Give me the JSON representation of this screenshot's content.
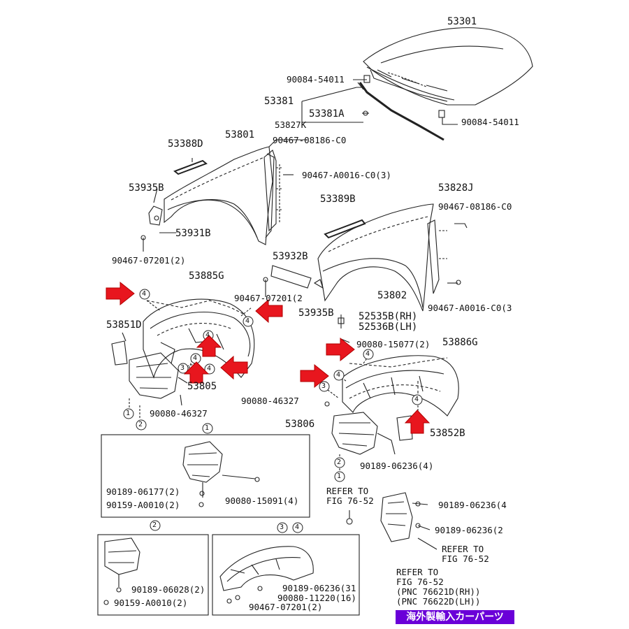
{
  "colors": {
    "arrow": "#e8161e",
    "ink": "#111111",
    "badge_bg": "#6a00d8"
  },
  "labels": {
    "hood": "53301",
    "hood_cushion_top": "90084-54011",
    "hood_cushion_right": "90084-54011",
    "hood_seal": "53381",
    "hood_seal_clip": "53381A",
    "fender_seal_rh": "53827K",
    "clip_08186_left": "90467-08186-C0",
    "clip_a0016_left": "90467-A0016-C0(3)",
    "protector_left": "53388D",
    "fender_left": "53801",
    "bracket_left": "53935B",
    "liner_seal_left": "53931B",
    "clip_07201_left": "90467-07201(2)",
    "protector_right": "53389B",
    "fender_seal_lh": "53828J",
    "clip_08186_right": "90467-08186-C0",
    "seal_mid": "53932B",
    "clip_07201_mid": "90467-07201(2",
    "fender_right": "53802",
    "clip_a0016_right": "90467-A0016-C0(3",
    "liner_left": "53885G",
    "bracket_right": "53935B",
    "shield_rh": "52535B(RH)",
    "shield_lh": "52536B(LH)",
    "mudguard_left": "53851D",
    "screw_15077": "90080-15077(2)",
    "liner_right": "53886G",
    "splash_left": "53805",
    "screw_46327_left": "90080-46327",
    "screw_46327_right": "90080-46327",
    "splash_right": "53806",
    "mudguard_right": "53852B",
    "screw_06236_4": "90189-06236(4)",
    "inset1_a": "90189-06177(2)",
    "inset1_b": "90159-A0010(2)",
    "inset1_c": "90080-15091(4)",
    "refer_1_l1": "REFER TO",
    "refer_1_l2": "FIG 76-52",
    "mud_a": "90189-06236(4",
    "mud_b": "90189-06236(2",
    "refer_2_l1": "REFER TO",
    "refer_2_l2": "FIG 76-52",
    "inset2_a": "90189-06028(2)",
    "inset2_b": "90159-A0010(2)",
    "inset34_a": "90189-06236(31",
    "inset34_b": "90080-11220(16)",
    "inset34_c": "90467-07201(2)",
    "refer_3_l1": "REFER TO",
    "refer_3_l2": "FIG 76-52",
    "refer_3_l3": "(PNC 76621D(RH))",
    "refer_3_l4": "(PNC 76622D(LH))"
  },
  "callouts": {
    "one": "1",
    "two": "2",
    "three": "3",
    "four": "4",
    "inset_1": "1",
    "inset_2": "2",
    "inset_3": "3",
    "inset_4": "4"
  },
  "watermark": "海外製輸入カーパーツ"
}
